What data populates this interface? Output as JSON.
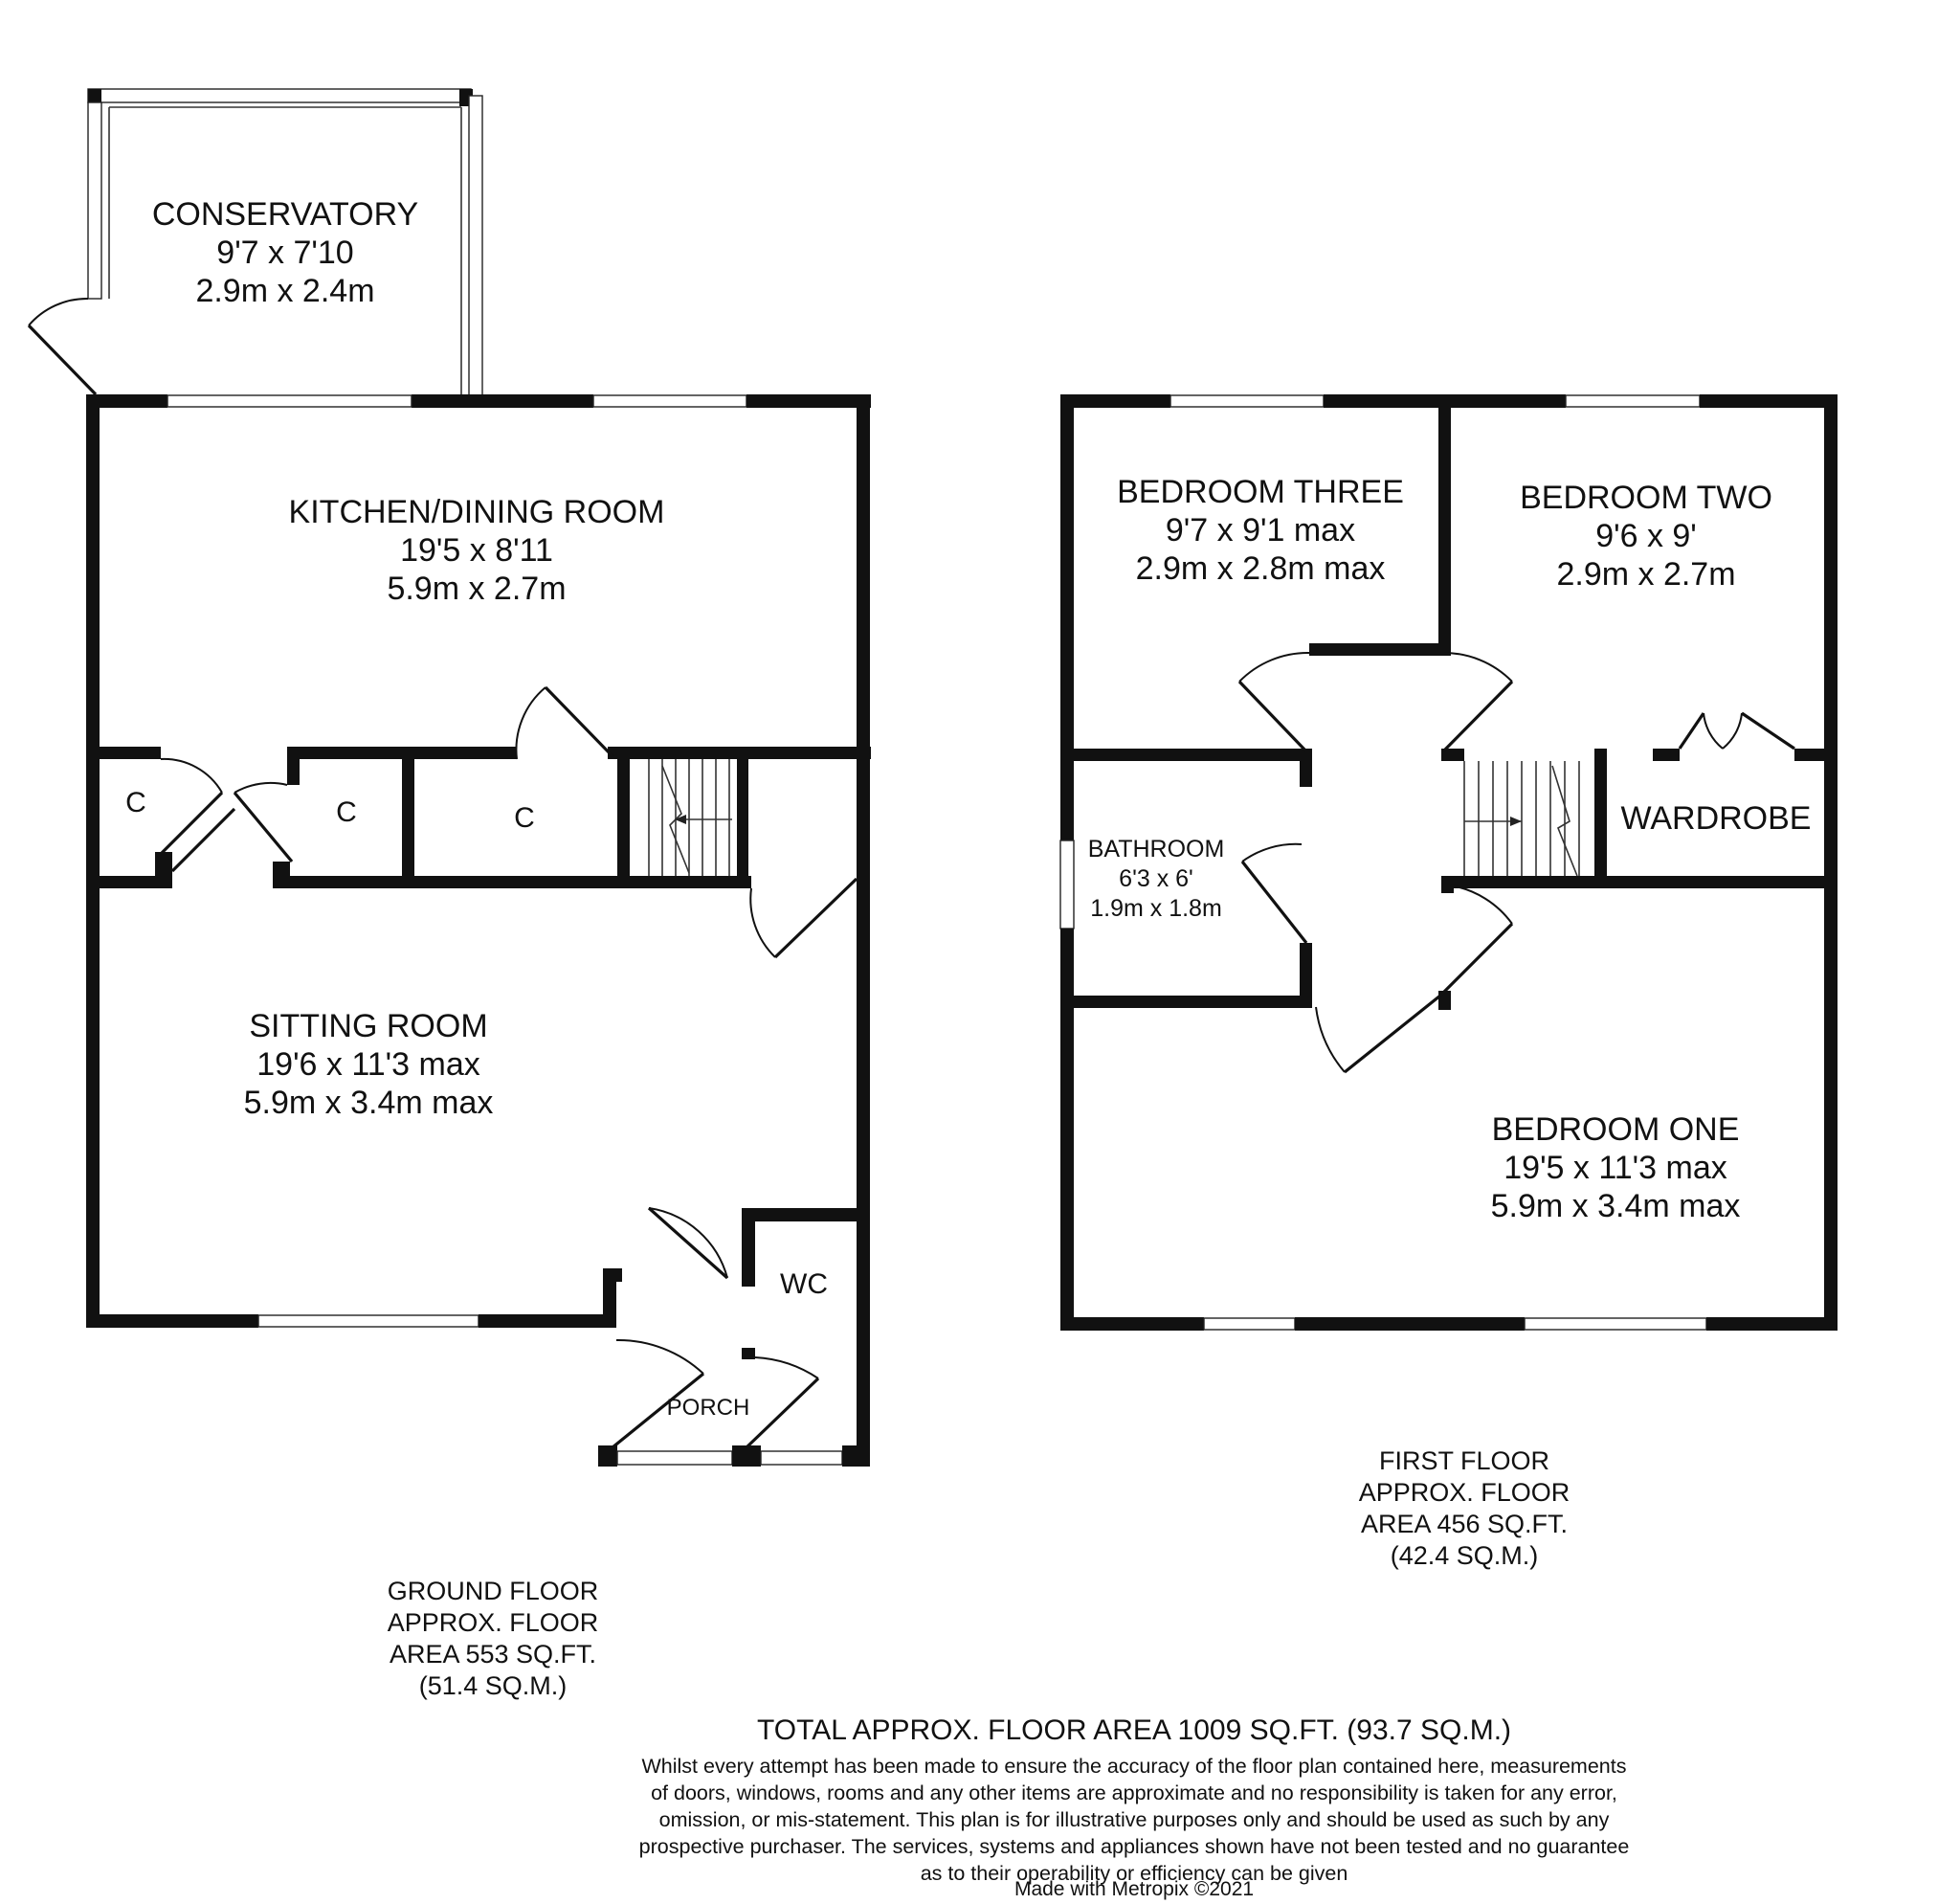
{
  "ground_floor": {
    "rooms": [
      {
        "name": "CONSERVATORY",
        "size_imperial": "9'7 x 7'10",
        "size_metric": "2.9m x 2.4m"
      },
      {
        "name": "KITCHEN/DINING ROOM",
        "size_imperial": "19'5 x 8'11",
        "size_metric": "5.9m x 2.7m"
      },
      {
        "name": "SITTING ROOM",
        "size_imperial": "19'6 x 11'3 max",
        "size_metric": "5.9m x 3.4m max"
      }
    ],
    "cupboard_label": "C",
    "wc_label": "WC",
    "porch_label": "PORCH",
    "area_lines": [
      "GROUND FLOOR",
      "APPROX. FLOOR",
      "AREA 553 SQ.FT.",
      "(51.4 SQ.M.)"
    ]
  },
  "first_floor": {
    "rooms": [
      {
        "name": "BEDROOM THREE",
        "size_imperial": "9'7 x 9'1 max",
        "size_metric": "2.9m x 2.8m max"
      },
      {
        "name": "BEDROOM TWO",
        "size_imperial": "9'6 x 9'",
        "size_metric": "2.9m x 2.7m"
      },
      {
        "name": "BATHROOM",
        "size_imperial": "6'3 x 6'",
        "size_metric": "1.9m x 1.8m"
      },
      {
        "name": "BEDROOM ONE",
        "size_imperial": "19'5 x 11'3 max",
        "size_metric": "5.9m x 3.4m max"
      }
    ],
    "wardrobe_label": "WARDROBE",
    "area_lines": [
      "FIRST FLOOR",
      "APPROX. FLOOR",
      "AREA 456 SQ.FT.",
      "(42.4 SQ.M.)"
    ]
  },
  "footer": {
    "total": "TOTAL APPROX. FLOOR AREA 1009 SQ.FT. (93.7 SQ.M.)",
    "disclaimer_lines": [
      "Whilst every attempt has been made to ensure the accuracy of the floor plan contained here, measurements",
      "of doors, windows, rooms and any other items are approximate and no responsibility is taken for any error,",
      "omission, or mis-statement. This plan is for illustrative purposes only and should be used as such by any",
      "prospective purchaser. The services, systems and appliances shown have not been tested and no guarantee",
      "as to their operability or efficiency can be given"
    ],
    "made_with": "Made with Metropix ©2021"
  },
  "colors": {
    "wall": "#111111",
    "background": "#ffffff"
  }
}
